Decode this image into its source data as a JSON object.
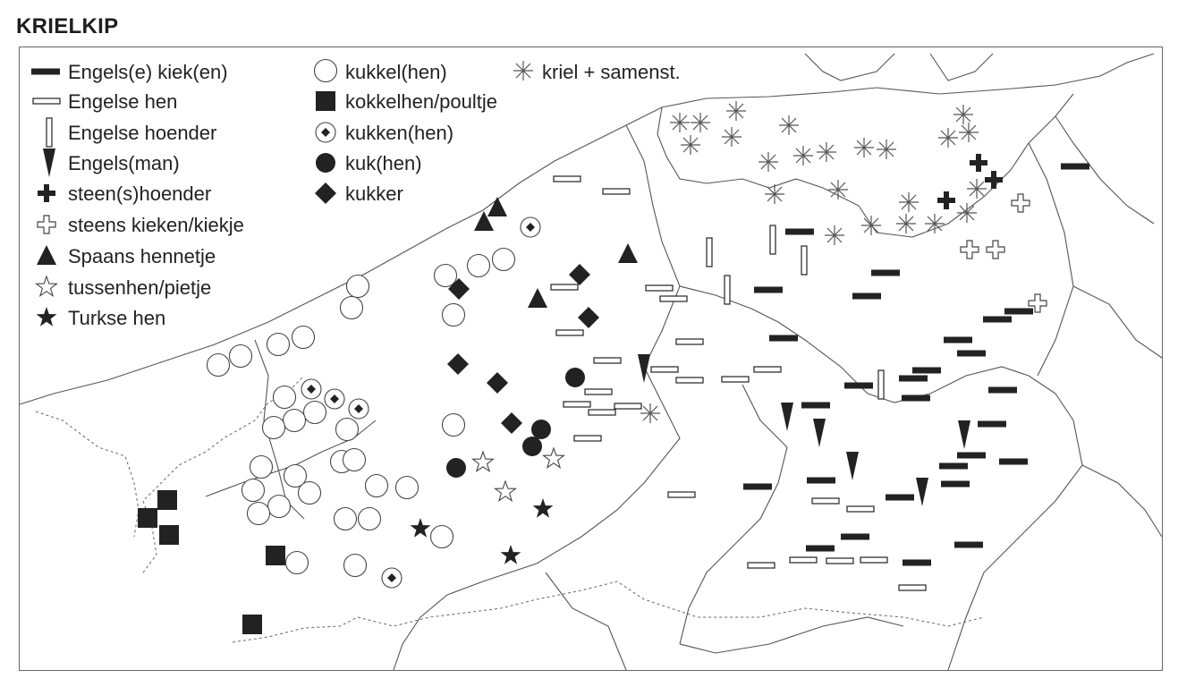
{
  "title": "KRIELKIP",
  "legend": {
    "engels_kiek": "Engels(e) kiek(en)",
    "engelse_hen": "Engelse hen",
    "engelse_hoender": "Engelse hoender",
    "engelsman": "Engels(man)",
    "steenshoender": "steen(s)hoender",
    "steens_kieken": "steens kieken/kiekje",
    "spaans": "Spaans hennetje",
    "tussenhen": "tussenhen/pietje",
    "turkse": "Turkse hen",
    "kukkel": "kukkel(hen)",
    "kokkelhen": "kokkelhen/poultje",
    "kukken": "kukken(hen)",
    "kuk": "kuk(hen)",
    "kukker": "kukker",
    "kriel": "kriel + samenst."
  },
  "colors": {
    "ink": "#222222",
    "line": "#555555",
    "background": "#ffffff"
  }
}
